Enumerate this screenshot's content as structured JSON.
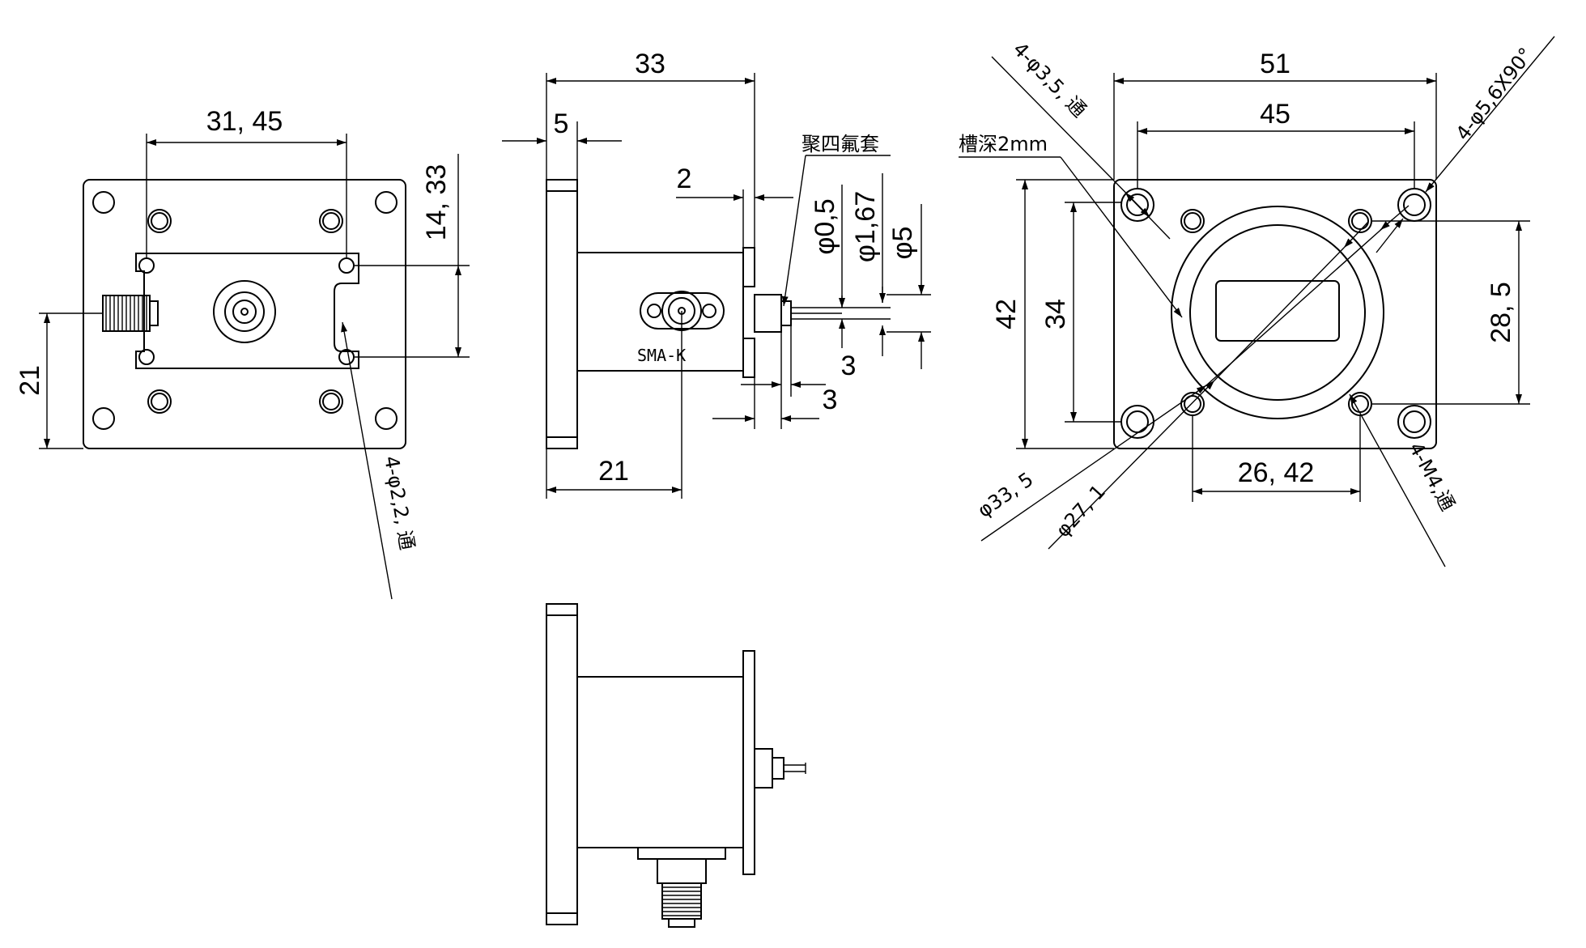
{
  "dims": {
    "front_width": "31, 45",
    "front_height": "14, 33",
    "front_overall": "21",
    "front_holes": "4-φ2,2, 通",
    "side_total": "33",
    "side_flange": "5",
    "side_step": "2",
    "side_pin": "φ0,5",
    "side_insulator": "φ1,67",
    "side_shell": "φ5",
    "side_pin_len": "3",
    "side_shell_len": "3",
    "side_connector_pos": "21",
    "side_ptfe": "聚四氟套",
    "side_connector": "SMA-K",
    "flange_outer": "51",
    "flange_bolt": "45",
    "flange_h": "42",
    "flange_bolt_h": "34",
    "flange_m4_h": "28, 5",
    "flange_m4_w": "26, 42",
    "flange_holes": "4-φ3,5, 通",
    "flange_countersink": "4-φ5,6X90°",
    "flange_groove": "槽深2mm",
    "flange_d1": "φ33, 5",
    "flange_d2": "φ27, 1",
    "flange_m4": "4-M4,通"
  }
}
